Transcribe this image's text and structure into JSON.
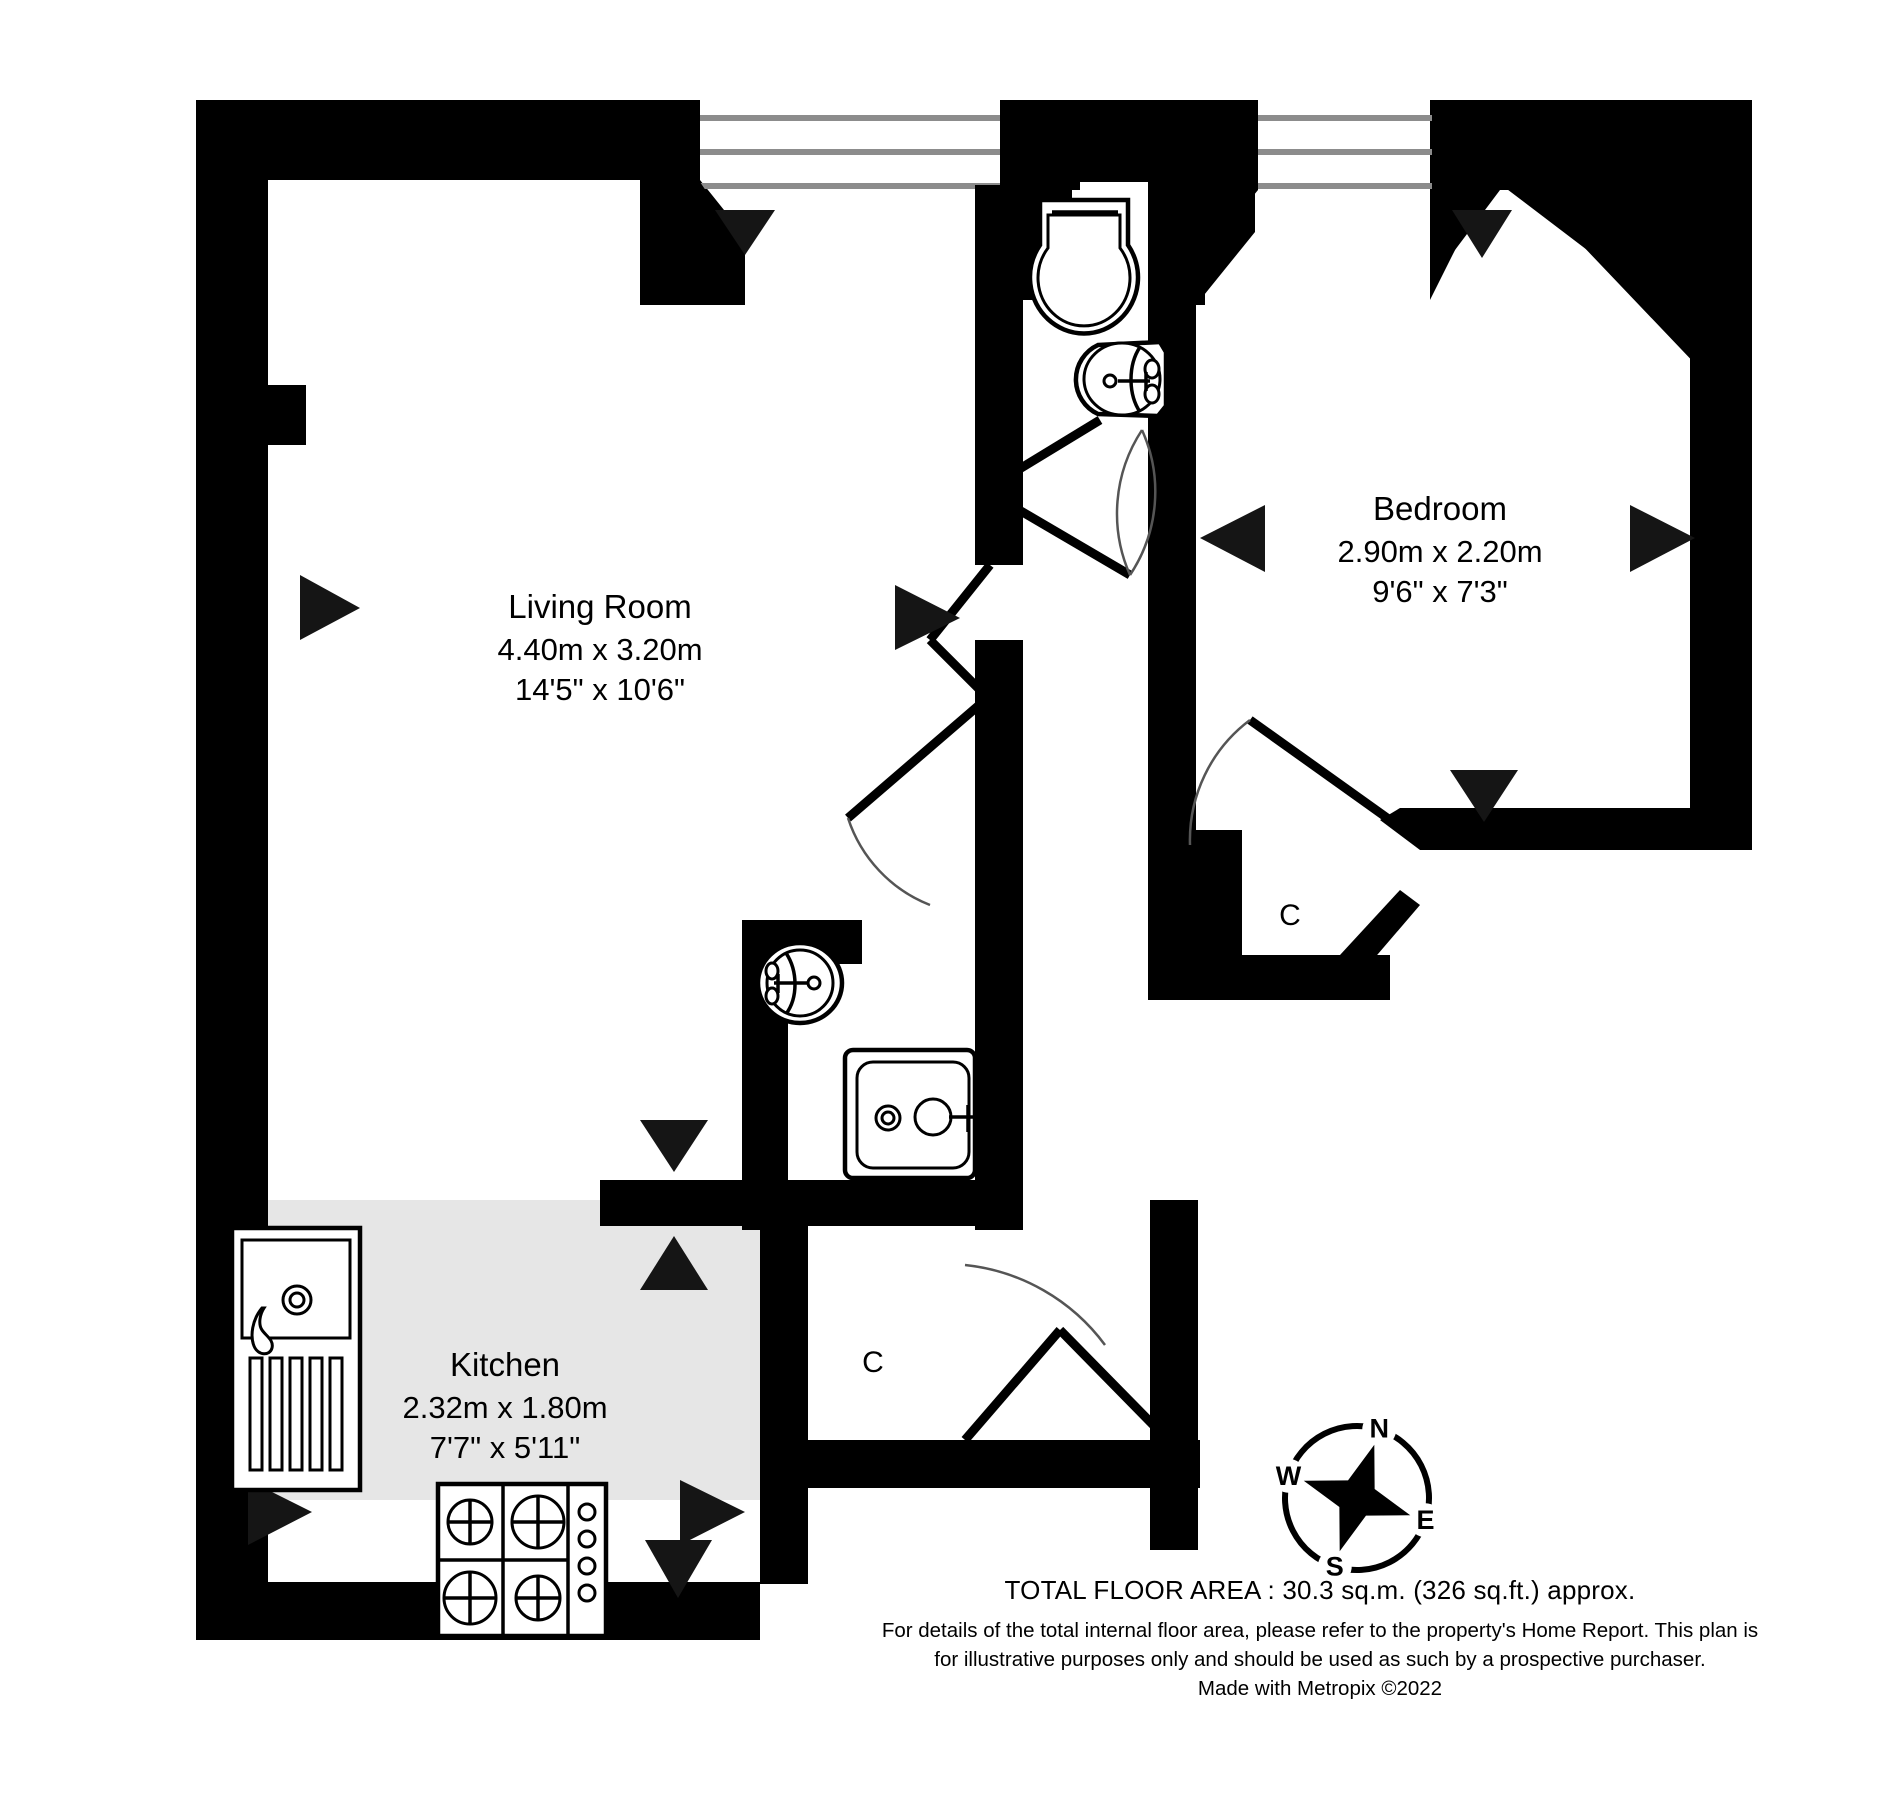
{
  "plan": {
    "rooms": [
      {
        "id": "living-room",
        "name": "Living Room",
        "dim_metric": "4.40m  x 3.20m",
        "dim_imperial": "14'5\"  x 10'6\""
      },
      {
        "id": "bedroom",
        "name": "Bedroom",
        "dim_metric": "2.90m  x 2.20m",
        "dim_imperial": "9'6\"  x 7'3\""
      },
      {
        "id": "kitchen",
        "name": "Kitchen",
        "dim_metric": "2.32m  x 1.80m",
        "dim_imperial": "7'7\"  x 5'11\""
      }
    ],
    "cupboards": [
      {
        "id": "cupboard-bedroom",
        "label": "C"
      },
      {
        "id": "cupboard-hall",
        "label": "C"
      }
    ],
    "fixtures": [
      "toilet-wc",
      "wash-basin-bathroom",
      "wash-basin-shower-room",
      "shower-tray",
      "kitchen-sink-drainer",
      "gas-hob-four-burner"
    ],
    "colors": {
      "wall": "#000000",
      "floor": "#ffffff",
      "kitchen_floor": "#e6e6e6",
      "glazing": "#8c8c8c",
      "door_swing": "#555555"
    }
  },
  "compass": {
    "north": "N",
    "east": "E",
    "south": "S",
    "west": "W"
  },
  "footer": {
    "total_floor_area": "TOTAL FLOOR AREA : 30.3 sq.m. (326 sq.ft.) approx.",
    "disclaimer_line1": "For details of the total internal floor area, please refer to the property's Home Report. This plan is",
    "disclaimer_line2": "for illustrative purposes only and should be used as such by a prospective purchaser.",
    "credit": "Made with Metropix ©2022"
  }
}
